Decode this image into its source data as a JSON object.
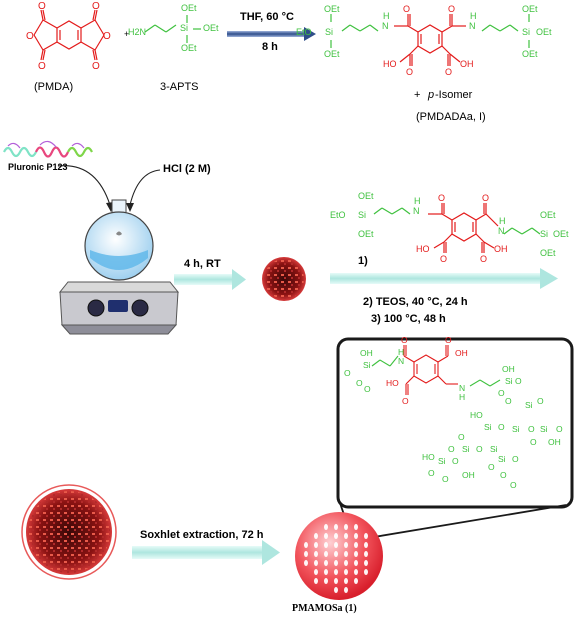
{
  "colors": {
    "red_molecule": "#e31b1b",
    "green_molecule": "#3fc13f",
    "arrow_blue": "#2f4e8a",
    "arrow_light": "#b9ece6",
    "sphere_red": "#e8323c",
    "callout_border": "#1a1a1a"
  },
  "row1": {
    "pmda_label": "(PMDA)",
    "plus": "+",
    "apts_label": "3-APTS",
    "apts_h2n": "H2N",
    "apts_si": "Si",
    "apts_oet1": "OEt",
    "apts_oet2": "OEt",
    "apts_oet3": "OEt",
    "cond_top": "THF, 60 °C",
    "cond_bottom": "8 h",
    "isomer_plus": "+",
    "isomer_italic": "p",
    "isomer_rest": "-Isomer",
    "product_label": "(PMDADAa, I)"
  },
  "row2": {
    "pluronic": "Pluronic P123",
    "hcl": "HCl (2 M)",
    "time": "4 h, RT",
    "step1": "1)",
    "step2": "2)  TEOS, 40 °C, 24 h",
    "step3": "3) 100 °C, 48 h"
  },
  "row3": {
    "soxhlet": "Soxhlet extraction, 72 h",
    "product": "PMAMOSa (1)"
  },
  "icons": [
    "pmda-structure",
    "apts-structure",
    "pmdada-structure",
    "polymer-coil-icon",
    "round-bottom-flask-icon",
    "hot-plate-stirrer-icon",
    "micelle-sphere-icon",
    "pmamosa-particle-icon",
    "magnifier-callout"
  ]
}
